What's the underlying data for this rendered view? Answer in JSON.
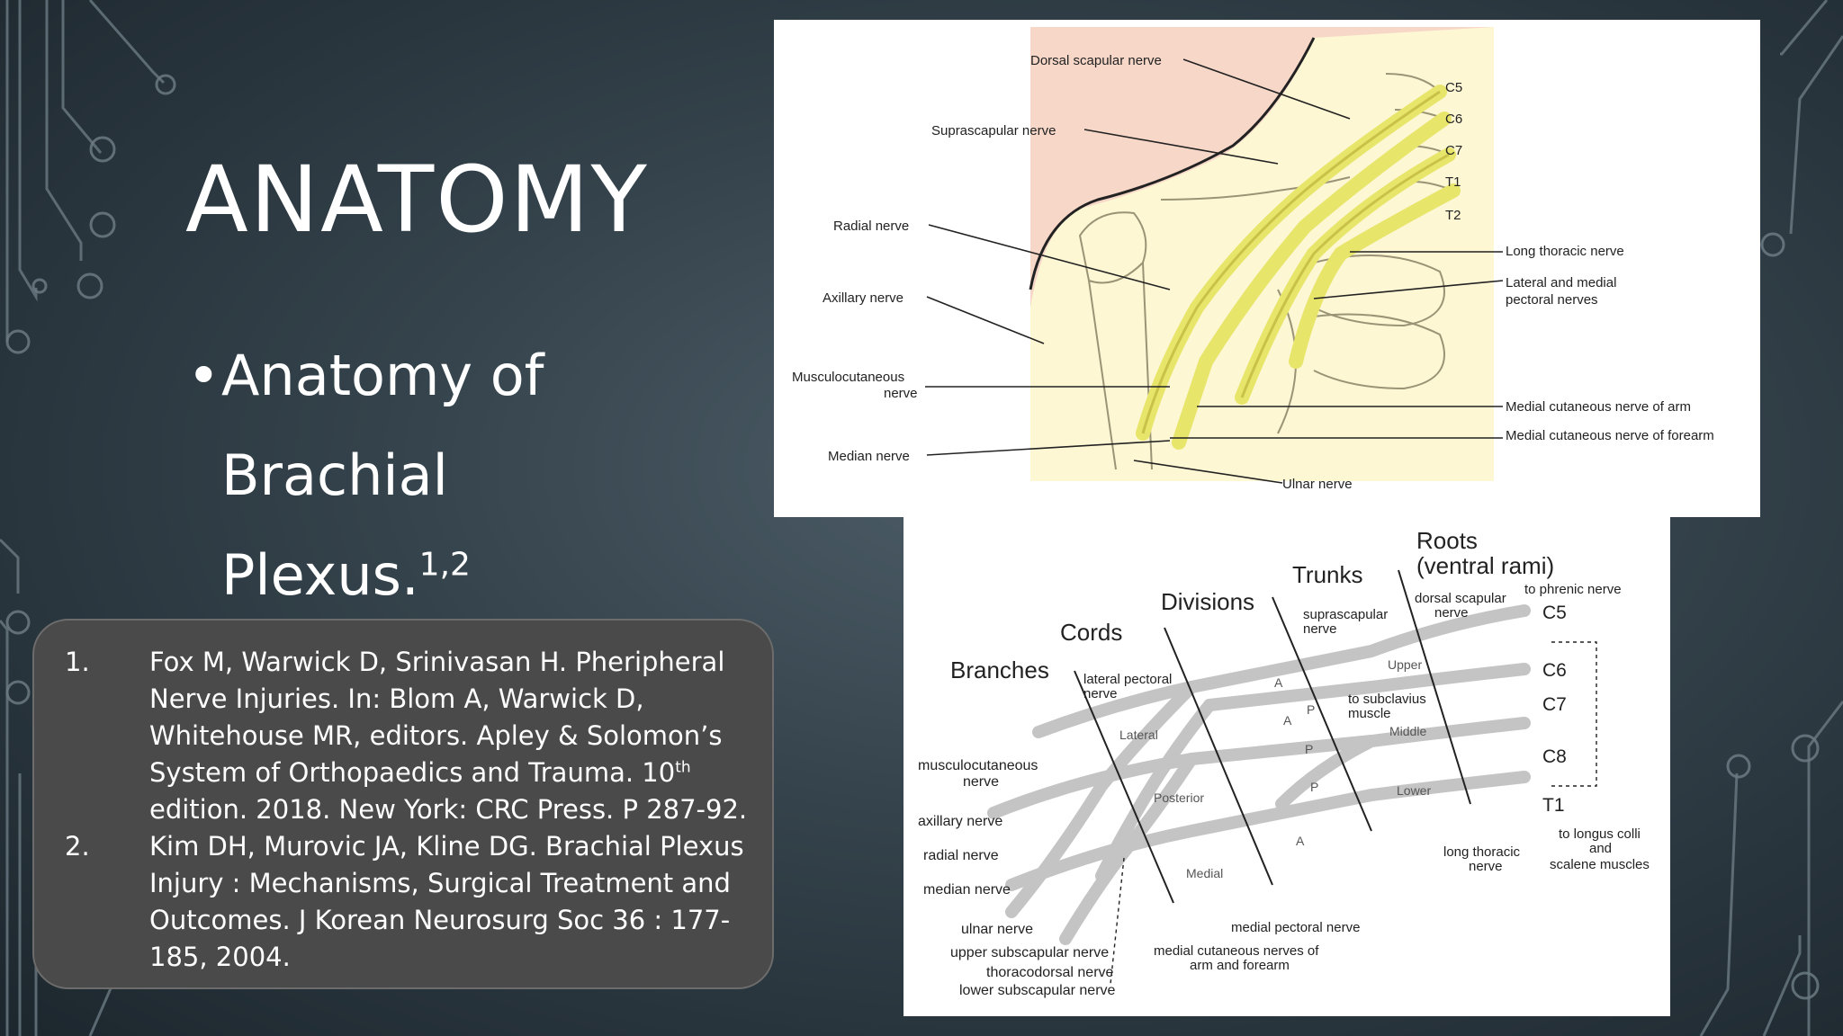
{
  "slide": {
    "title": "ANATOMY",
    "bullet": {
      "line1": "Anatomy of",
      "line2": "Brachial",
      "line3": "Plexus.",
      "superscript": "1,2"
    },
    "references": [
      {
        "num": "1.",
        "text_a": "Fox M, Warwick D, Srinivasan H. Pheripheral Nerve Injuries. In: Blom A, Warwick D, Whitehouse MR, editors. Apley & Solomon’s System of Orthopaedics and Trauma. 10",
        "sup": "th",
        "text_b": " edition. 2018. New York: CRC Press. P 287-92."
      },
      {
        "num": "2.",
        "text_a": "Kim DH, Murovic JA, Kline DG. Brachial Plexus Injury : Mechanisms, Surgical Treatment and Outcomes. J Korean Neurosurg Soc 36 : 177-185, 2004.",
        "sup": "",
        "text_b": ""
      }
    ]
  },
  "figure_top": {
    "labels_left": [
      "Dorsal scapular nerve",
      "Suprascapular nerve",
      "Radial nerve",
      "Axillary nerve",
      "Musculocutaneous",
      "nerve",
      "Median nerve"
    ],
    "labels_right": [
      "Long thoracic nerve",
      "Lateral and medial",
      "pectoral nerves",
      "Medial cutaneous nerve of arm",
      "Medial cutaneous nerve of forearm"
    ],
    "label_bottom": "Ulnar nerve",
    "vertebrae": [
      "C5",
      "C6",
      "C7",
      "T1",
      "T2"
    ]
  },
  "figure_bottom": {
    "headers": {
      "roots": "Roots",
      "roots_sub": "(ventral rami)",
      "trunks": "Trunks",
      "divisions": "Divisions",
      "cords": "Cords",
      "branches": "Branches"
    },
    "roots": [
      "C5",
      "C6",
      "C7",
      "C8",
      "T1"
    ],
    "trunk_labels": [
      "Upper",
      "Middle",
      "Lower"
    ],
    "cord_labels": [
      "Lateral",
      "Posterior",
      "Medial"
    ],
    "division_letters": [
      "A",
      "P",
      "A",
      "P",
      "P",
      "A"
    ],
    "branches_left": [
      "musculocutaneous",
      "nerve",
      "axillary nerve",
      "radial nerve",
      "median nerve",
      "ulnar nerve",
      "upper subscapular nerve",
      "thoracodorsal nerve",
      "lower subscapular nerve"
    ],
    "other_labels": {
      "phrenic": "to phrenic nerve",
      "dorsal_scapular_1": "dorsal scapular",
      "dorsal_scapular_2": "nerve",
      "suprascapular_1": "suprascapular",
      "suprascapular_2": "nerve",
      "lateral_pectoral_1": "lateral pectoral",
      "lateral_pectoral_2": "nerve",
      "subclavius_1": "to subclavius",
      "subclavius_2": "muscle",
      "long_thoracic_1": "long thoracic",
      "long_thoracic_2": "nerve",
      "longus_1": "to longus colli",
      "longus_2": "and",
      "longus_3": "scalene muscles",
      "medial_pectoral": "medial pectoral nerve",
      "medial_cutaneous_1": "medial cutaneous nerves of",
      "medial_cutaneous_2": "arm and forearm"
    }
  }
}
